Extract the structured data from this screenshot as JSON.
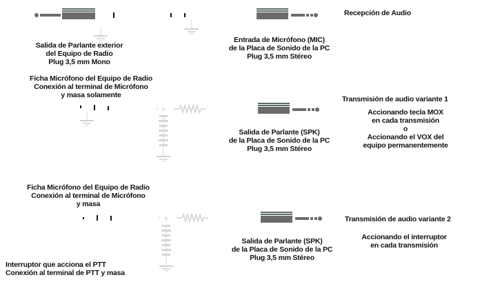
{
  "section_reception": {
    "title": "Recepción de Audio",
    "radio_plug_caption": [
      "Salida de Parlante exterior",
      "del Equipo de Radio",
      "Plug 3,5 mm Mono"
    ],
    "pc_plug_caption": [
      "Entrada de Micrófono (MIC)",
      "de la Placa de Sonido de la PC",
      "Plug 3,5 mm Stéreo"
    ]
  },
  "section_variant1": {
    "title": "Transmisión de audio variante 1",
    "connector_caption": [
      "Ficha Micrófono del Equipo de Radio",
      "Conexión al terminal de Micrófono",
      "y masa solamente"
    ],
    "pc_plug_caption": [
      "Salida de Parlante (SPK)",
      "de la Placa de Sonido de la PC",
      "Plug 3,5 mm Stéreo"
    ],
    "instructions": [
      "Accionando tecla MOX",
      "en cada transmisión",
      "o",
      "Accionando el VOX del",
      "equipo permanentemente"
    ]
  },
  "section_variant2": {
    "title": "Transmisión de audio variante 2",
    "connector_caption": [
      "Ficha Micrófono del Equipo de Radio",
      "Conexión al terminal de Micrófono",
      "y masa"
    ],
    "pc_plug_caption": [
      "Salida de Parlante (SPK)",
      "de la Placa de Sonido de la PC",
      "Plug 3,5 mm Stéreo"
    ],
    "instructions": [
      "Accionando el interruptor",
      "en cada transmisión"
    ],
    "ptt_caption": [
      "Interruptor que acciona el PTT",
      "Conexión al terminal de PTT y masa"
    ]
  },
  "components": {
    "plug_icon": "audio-jack-plug",
    "ground_icon": "ground-symbol",
    "resistor_icon": "resistor-zigzag"
  },
  "colors": {
    "plug_body": "#6b6b6b",
    "plug_stripe": "#5a6a6a",
    "wire_faint": "#d6d6d6",
    "text": "#111111"
  }
}
